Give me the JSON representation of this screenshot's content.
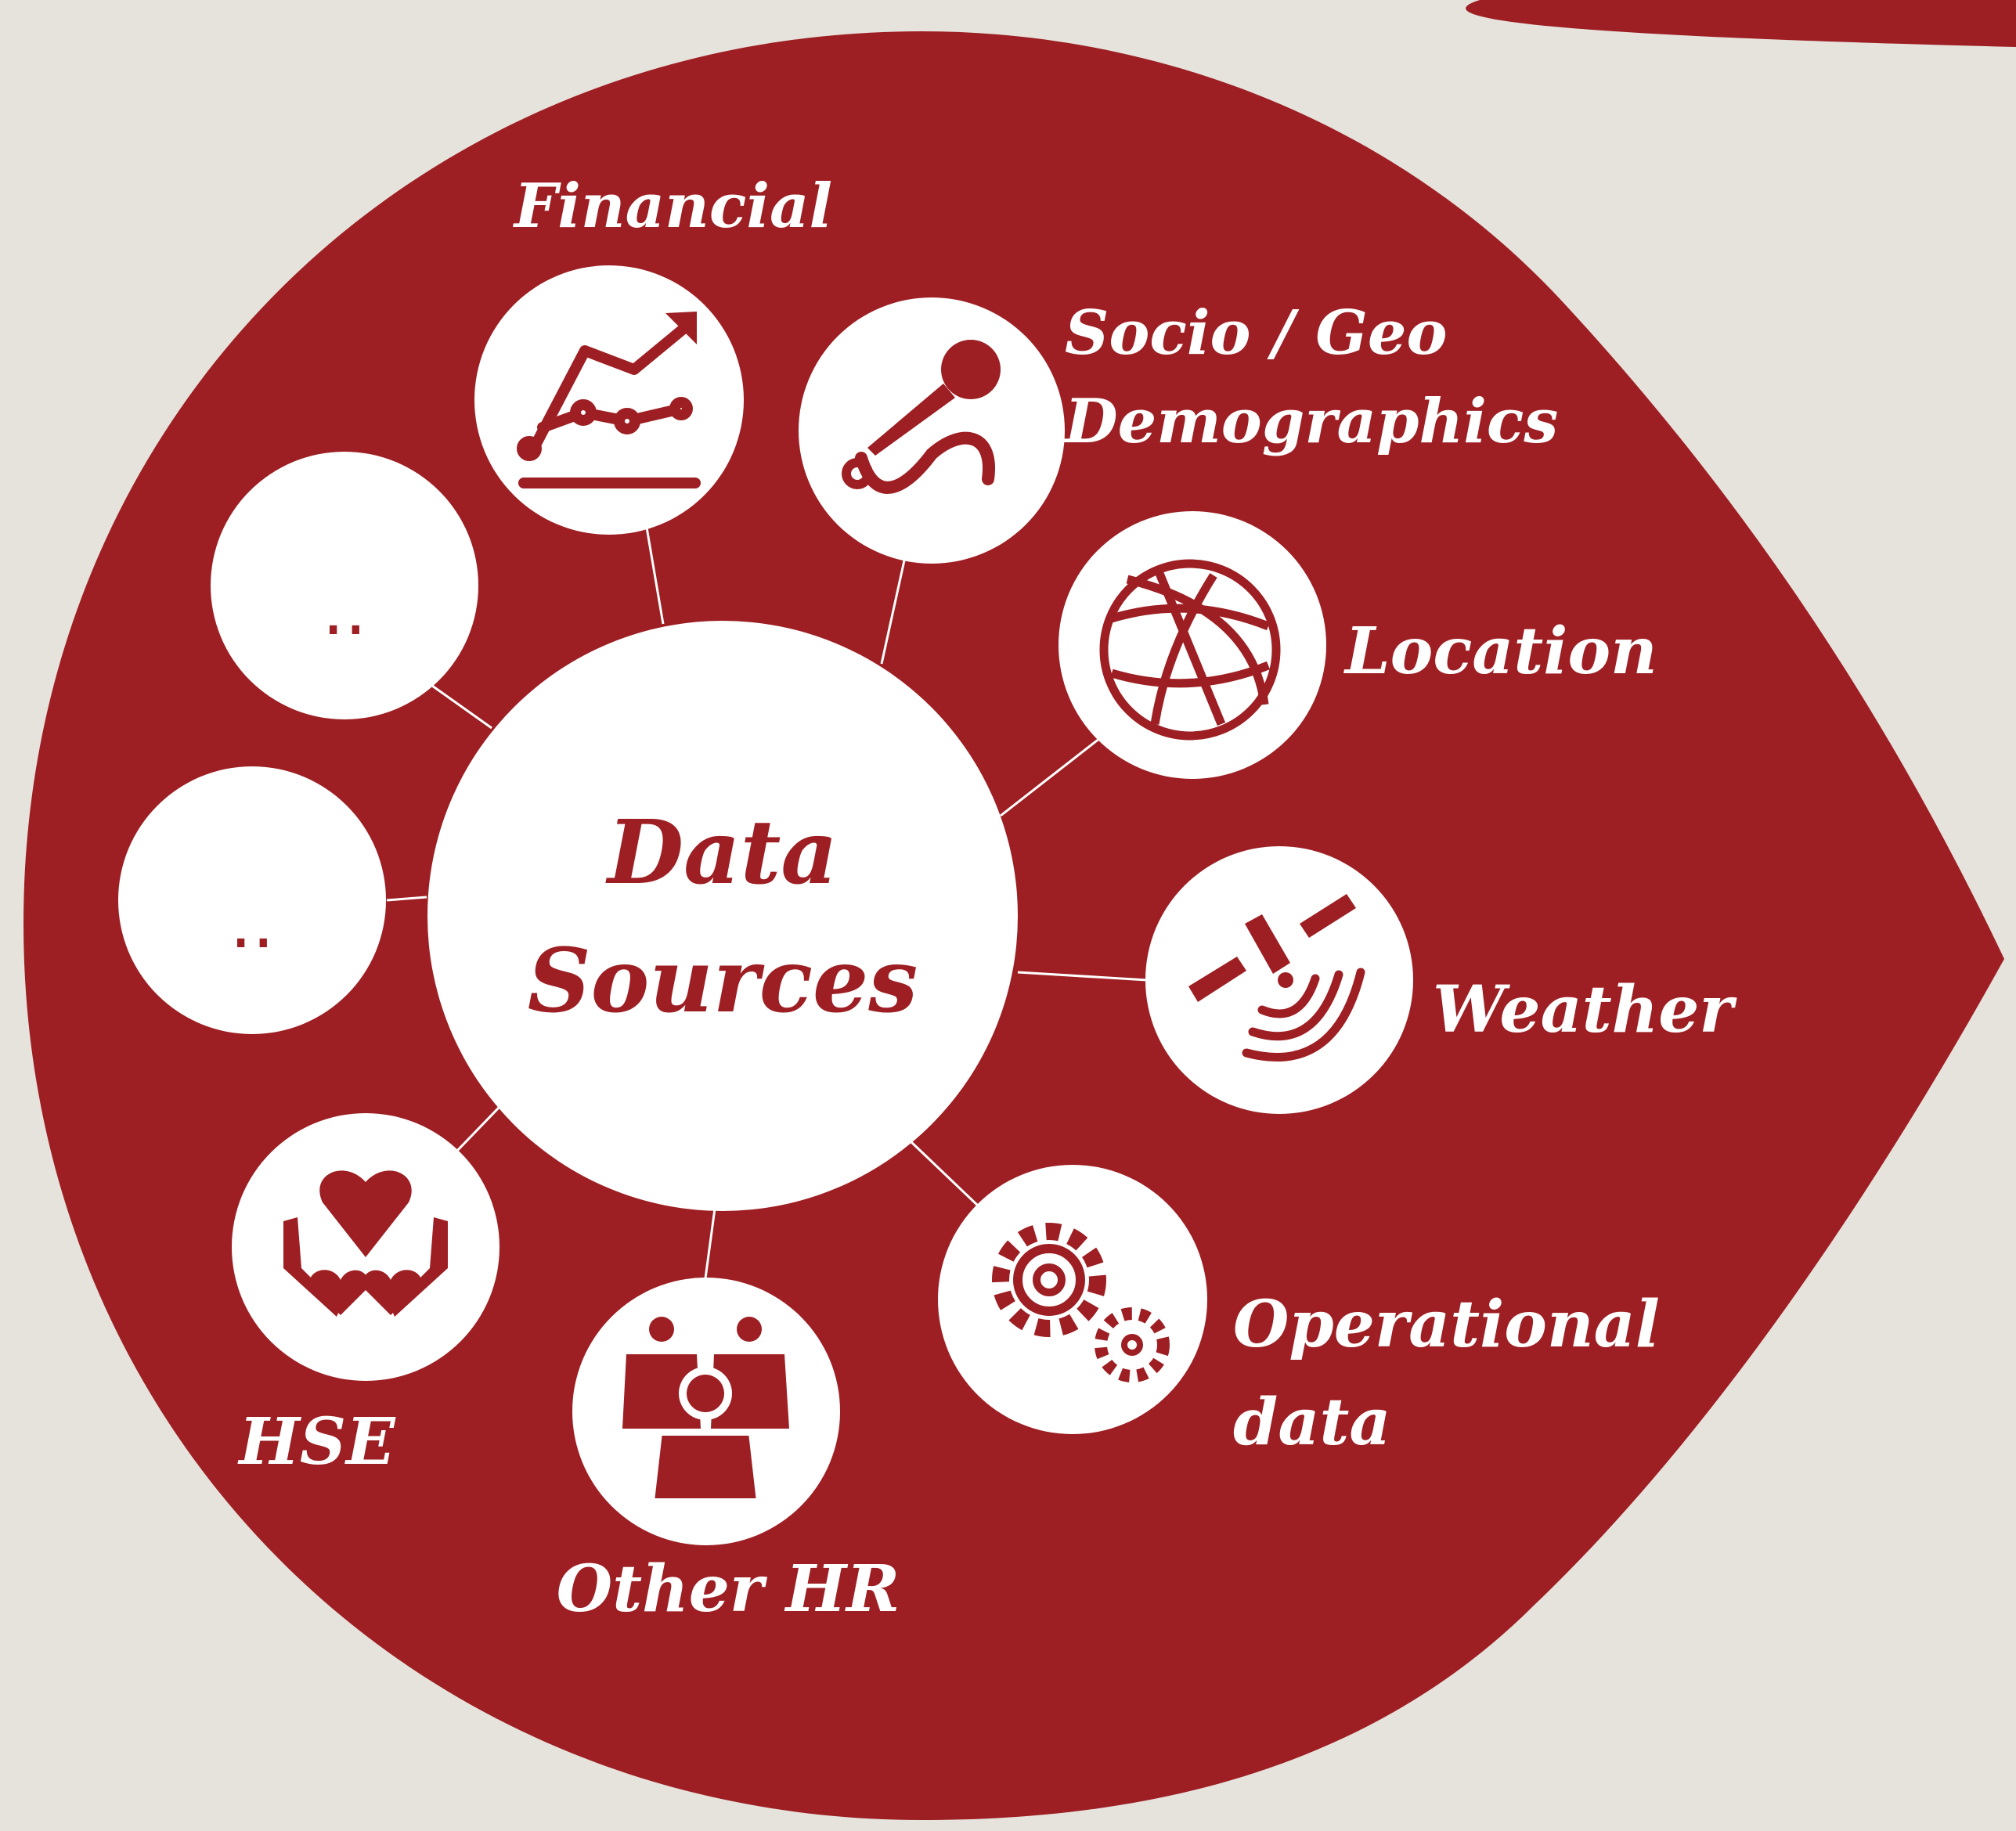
{
  "colors": {
    "background": "#e6e3dd",
    "accent": "#9e1f23",
    "node": "#ffffff"
  },
  "center": {
    "line1": "Data",
    "line2": "Sources"
  },
  "nodes": {
    "financial": {
      "label": "Financial",
      "icon": "line-chart-icon"
    },
    "socio": {
      "label1": "Socio / Geo",
      "label2": "Demographics",
      "icon": "microphone-icon"
    },
    "location": {
      "label": "Location",
      "icon": "globe-icon"
    },
    "weather": {
      "label": "Weather",
      "icon": "satellite-icon"
    },
    "operational": {
      "label1": "Operational",
      "label2": "data",
      "icon": "gears-icon"
    },
    "other_hr": {
      "label": "Other HR",
      "icon": "people-icon"
    },
    "hse": {
      "label": "HSE",
      "icon": "hands-heart-icon"
    },
    "placeholder_1": {
      "label": "..",
      "icon": "ellipsis-icon"
    },
    "placeholder_2": {
      "label": "..",
      "icon": "ellipsis-icon"
    }
  }
}
